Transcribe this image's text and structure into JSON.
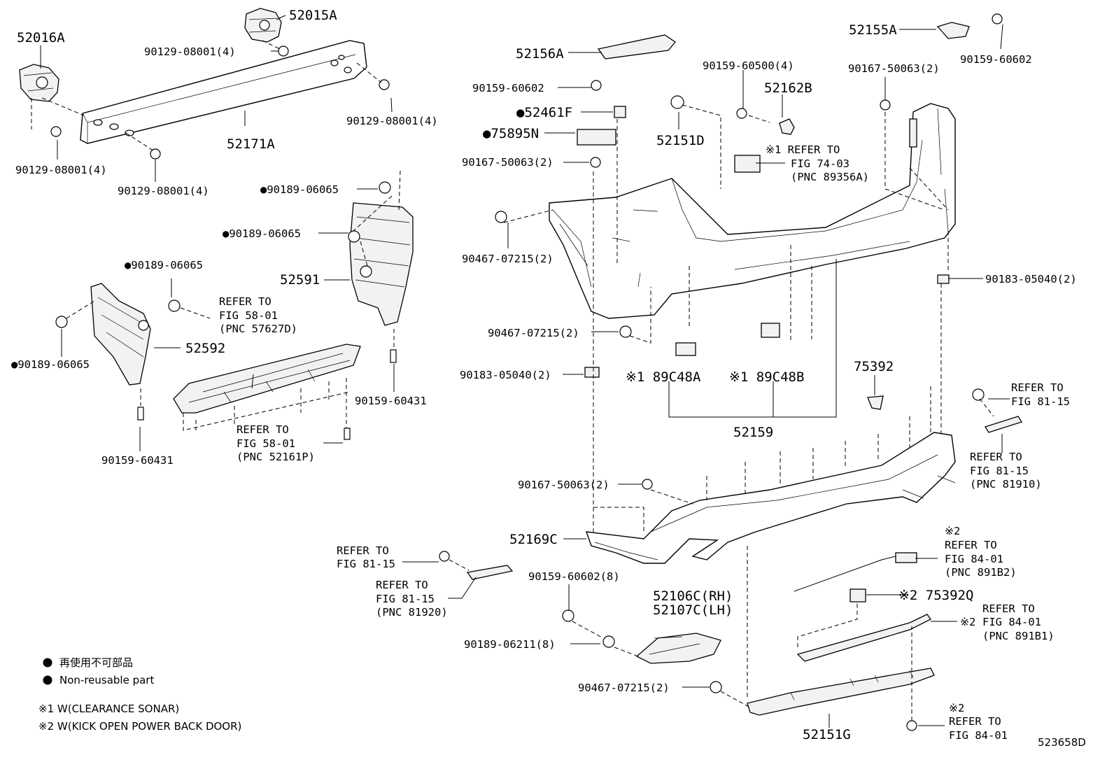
{
  "labels": {
    "p52016A": "52016A",
    "p52015A": "52015A",
    "p52171A": "52171A",
    "b9012908001_a": "90129-08001(4)",
    "b9012908001_b": "90129-08001(4)",
    "b9012908001_c": "90129-08001(4)",
    "b9012908001_d": "90129-08001(4)",
    "b9018906065_a": "●90189-06065",
    "b9018906065_b": "●90189-06065",
    "b9018906065_c": "●90189-06065",
    "b9018906065_d": "●90189-06065",
    "p52591": "52591",
    "p52592": "52592",
    "b9015960431_a": "90159-60431",
    "b9015960431_b": "90159-60431",
    "ref_57627D": [
      "REFER TO",
      "FIG 58-01",
      "(PNC 57627D)"
    ],
    "ref_52161P": [
      "REFER TO",
      "FIG 58-01",
      "(PNC 52161P)"
    ],
    "p52156A": "52156A",
    "b9015960602_a": "90159-60602",
    "p52461F": "●52461F",
    "p75895N": "●75895N",
    "b9016750063_a": "90167-50063(2)",
    "b9046707215_a": "90467-07215(2)",
    "b9015960500": "90159-60500(4)",
    "p52162B": "52162B",
    "p52151D": "52151D",
    "ref_89356A": [
      "※1 REFER TO",
      "FIG 74-03",
      "(PNC 89356A)"
    ],
    "p52155A": "52155A",
    "b9015960602_b": "90159-60602",
    "b9016750063_b": "90167-50063(2)",
    "b9018305040_a": "90183-05040(2)",
    "b9046707215_b": "90467-07215(2)",
    "b9018305040_b": "90183-05040(2)",
    "p89C48A": "※1 89C48A",
    "p89C48B": "※1 89C48B",
    "p52159": "52159",
    "p75392": "75392",
    "ref_81_15_a": [
      "REFER TO",
      "FIG 81-15"
    ],
    "ref_81910": [
      "REFER TO",
      "FIG 81-15",
      "(PNC 81910)"
    ],
    "b9016750063_c": "90167-50063(2)",
    "p52169C": "52169C",
    "ref_81_15_b": [
      "REFER TO",
      "FIG 81-15"
    ],
    "ref_81920": [
      "REFER TO",
      "FIG 81-15",
      "(PNC 81920)"
    ],
    "b9015960602_c": "90159-60602(8)",
    "p52106C": "52106C(RH)",
    "p52107C": "52107C(LH)",
    "b9018906211": "90189-06211(8)",
    "b9046707215_c": "90467-07215(2)",
    "p52151G": "52151G",
    "ref_891B2": [
      "※2",
      "REFER TO",
      "FIG 84-01",
      "(PNC 891B2)"
    ],
    "p75392Q": "※2 75392Q",
    "ref_891B1": [
      "REFER TO",
      "FIG 84-01",
      "(PNC 891B1)"
    ],
    "mark_891B1": "※2",
    "ref_84_01": [
      "※2",
      "REFER TO",
      "FIG 84-01"
    ]
  },
  "legend": {
    "non_reusable_jp": "再使用不可部品",
    "non_reusable_en": "Non-reusable part",
    "note1": "※1 W(CLEARANCE SONAR)",
    "note2": "※2 W(KICK OPEN POWER BACK DOOR)"
  },
  "diagram_id": "523658D"
}
